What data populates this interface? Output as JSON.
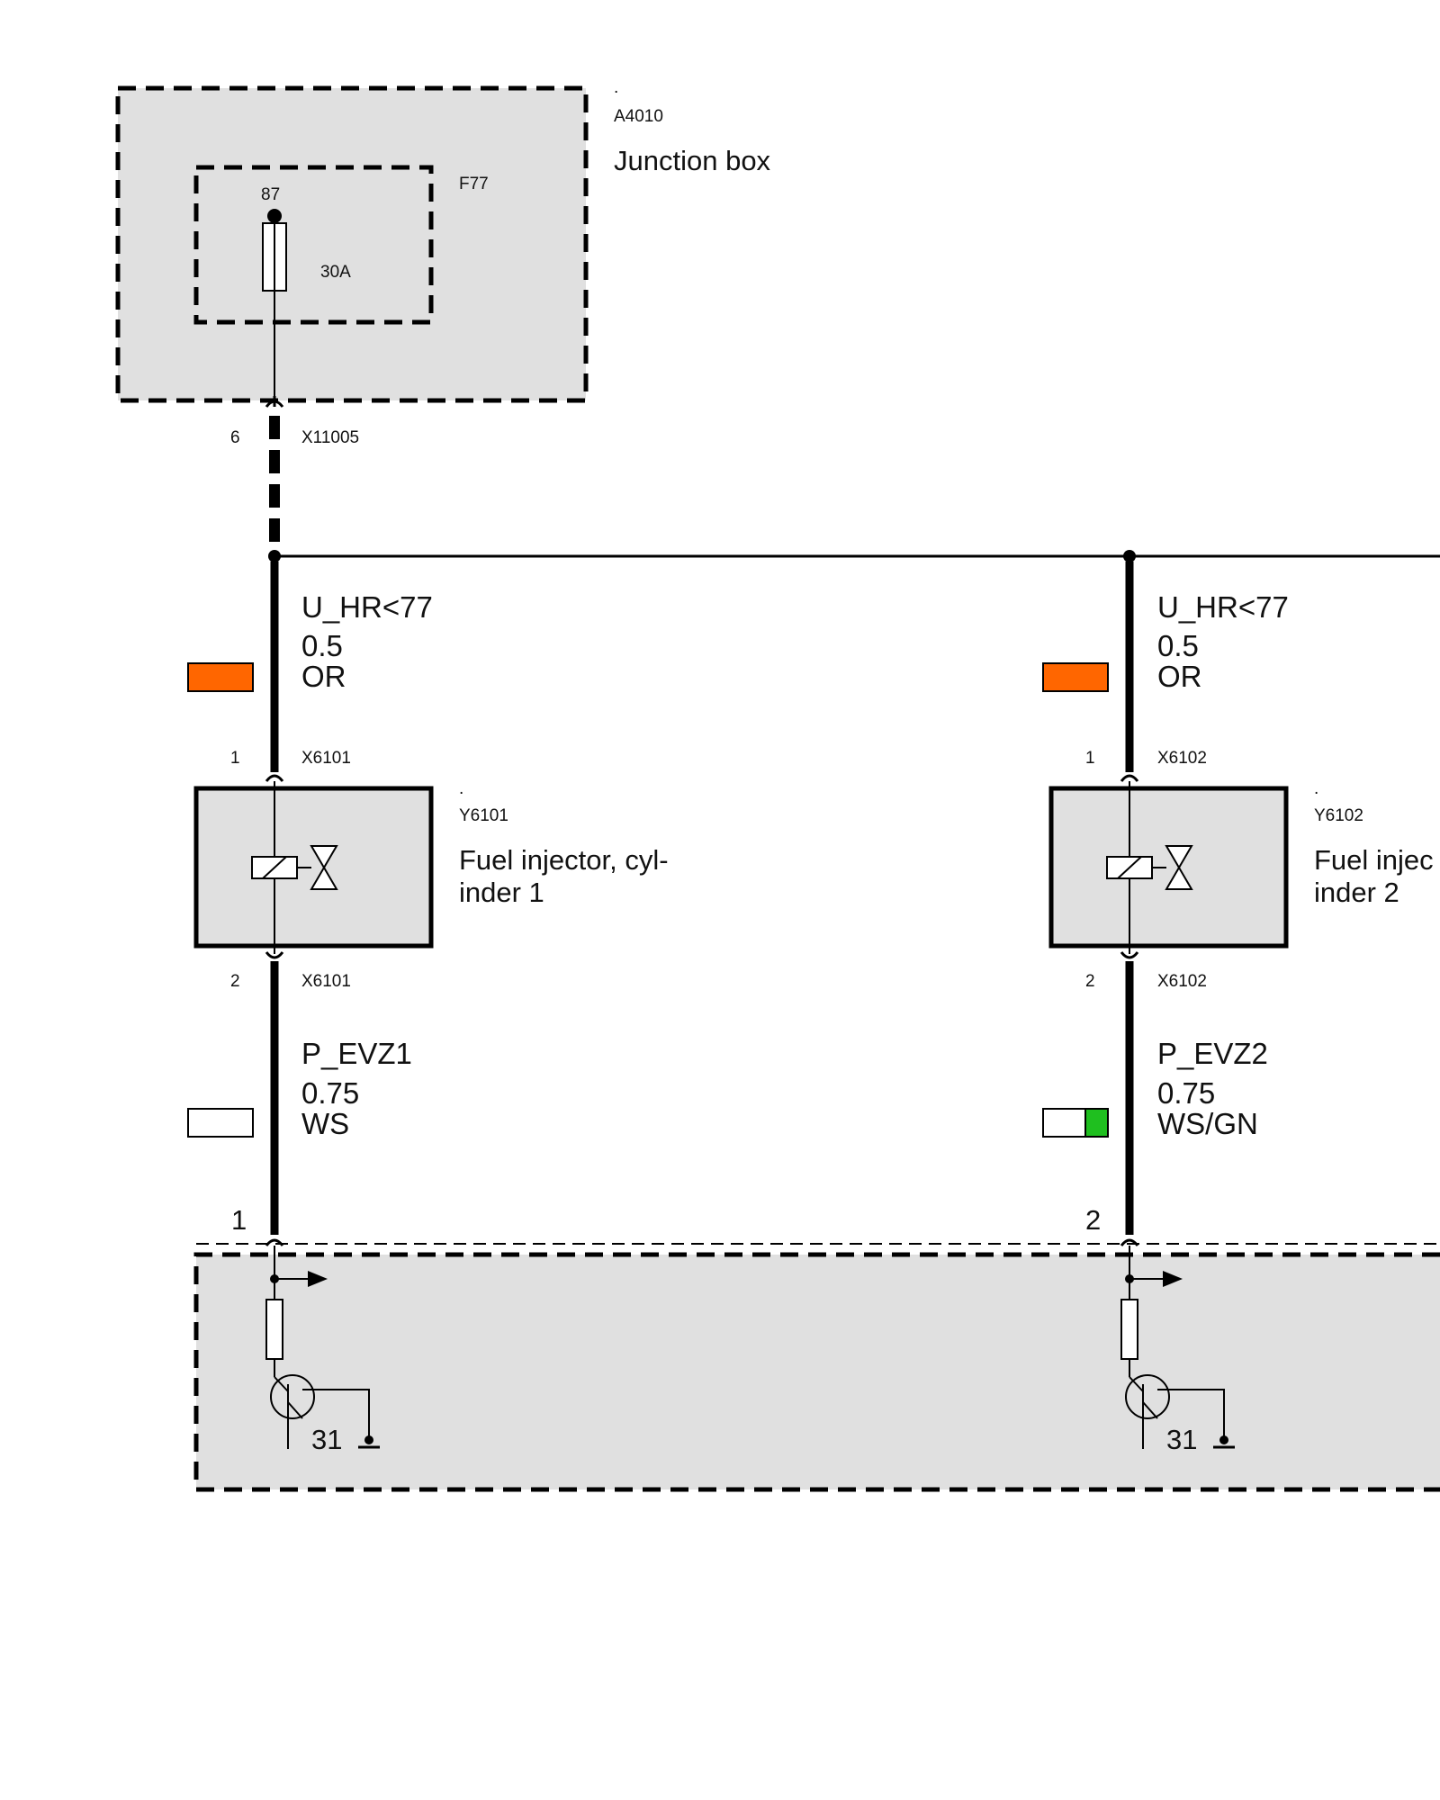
{
  "junction_box": {
    "dot": ".",
    "id": "A4010",
    "name": "Junction box",
    "fuse": {
      "id": "F77",
      "terminal": "87",
      "rating": "30A"
    },
    "connector": {
      "pin": "6",
      "id": "X11005"
    }
  },
  "injectors": [
    {
      "supply_wire": {
        "signal": "U_HR<77",
        "size": "0.5",
        "color_code": "OR",
        "swatch": [
          "#ff6600"
        ]
      },
      "top_connector": {
        "pin": "1",
        "id": "X6101"
      },
      "component": {
        "dot": ".",
        "id": "Y6101",
        "name_line1": "Fuel injector, cyl-",
        "name_line2": "inder 1"
      },
      "bottom_connector": {
        "pin": "2",
        "id": "X6101"
      },
      "control_wire": {
        "signal": "P_EVZ1",
        "size": "0.75",
        "color_code": "WS",
        "swatch": [
          "#ffffff"
        ]
      },
      "ecu_pin": "1",
      "ground": "31"
    },
    {
      "supply_wire": {
        "signal": "U_HR<77",
        "size": "0.5",
        "color_code": "OR",
        "swatch": [
          "#ff6600"
        ]
      },
      "top_connector": {
        "pin": "1",
        "id": "X6102"
      },
      "component": {
        "dot": ".",
        "id": "Y6102",
        "name_line1": "Fuel injec",
        "name_line2": "inder 2"
      },
      "bottom_connector": {
        "pin": "2",
        "id": "X6102"
      },
      "control_wire": {
        "signal": "P_EVZ2",
        "size": "0.75",
        "color_code": "WS/GN",
        "swatch": [
          "#ffffff",
          "#1fbf1f"
        ]
      },
      "ecu_pin": "2",
      "ground": "31"
    }
  ],
  "colors": {
    "module_fill": "#e0e0e0",
    "line": "#000000"
  }
}
